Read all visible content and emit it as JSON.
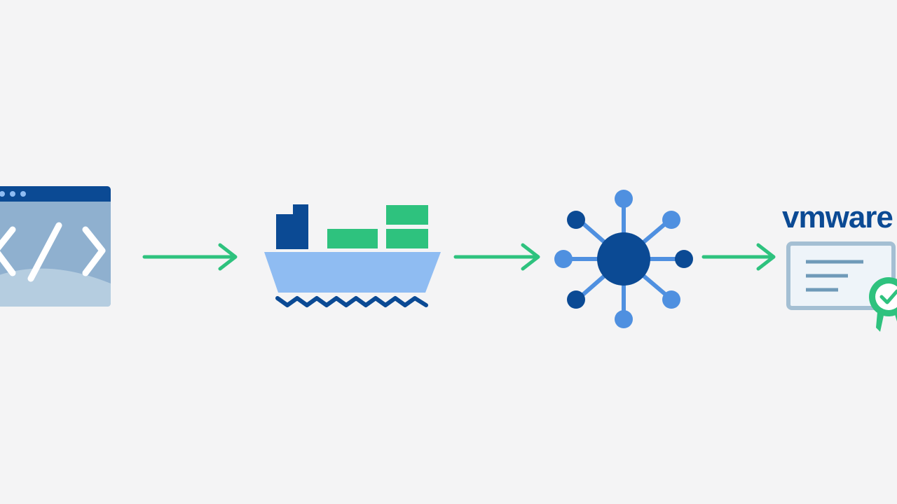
{
  "colors": {
    "background": "#f4f4f5",
    "arrow": "#2ec27e",
    "navy": "#0b4a94",
    "mid_blue": "#4f90e0",
    "light_blue": "#8fbcf2",
    "code_window_top": "#0b4a94",
    "code_window_body": "#8fb0cf",
    "code_window_fade": "#b5cde0",
    "container_green": "#2ec27e",
    "cert_border": "#a4bfd3",
    "cert_fill": "#eef4f9",
    "cert_lines": "#6f9ab9",
    "logo_text": "#0b4a94",
    "badge_green": "#2ec27e"
  },
  "steps": [
    {
      "id": "source-code",
      "icon": "code-window-icon"
    },
    {
      "id": "container-ship",
      "icon": "container-ship-icon"
    },
    {
      "id": "distribution-hub",
      "icon": "hub-network-icon"
    },
    {
      "id": "certified-vmware",
      "icon": "certificate-icon"
    }
  ],
  "logo": {
    "text": "vmware"
  }
}
